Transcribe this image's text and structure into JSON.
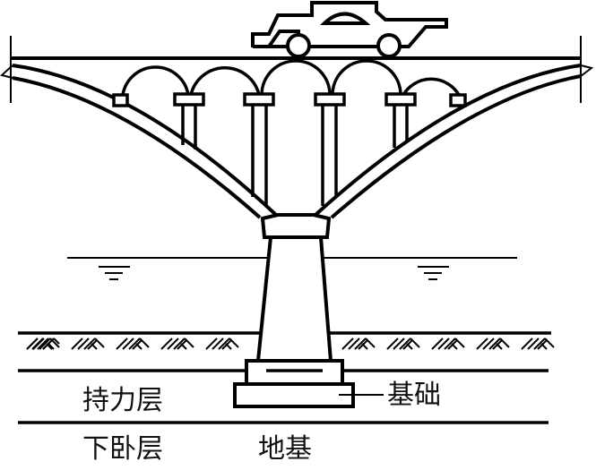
{
  "diagram": {
    "type": "arch bridge foundation schematic",
    "labels": {
      "foundation": "基础",
      "bearing_layer": "持力层",
      "underlying_layer": "下卧层",
      "subgrade": "地基"
    },
    "elements": [
      "car",
      "bridge-deck",
      "spandrel-arches",
      "spandrel-columns",
      "main-arch-ribs",
      "pier-cap",
      "pier",
      "water-level",
      "ground-surface",
      "foundation",
      "bearing-layer",
      "underlying-layer"
    ],
    "colors": {
      "stroke": "#000000",
      "background": "#ffffff"
    }
  }
}
